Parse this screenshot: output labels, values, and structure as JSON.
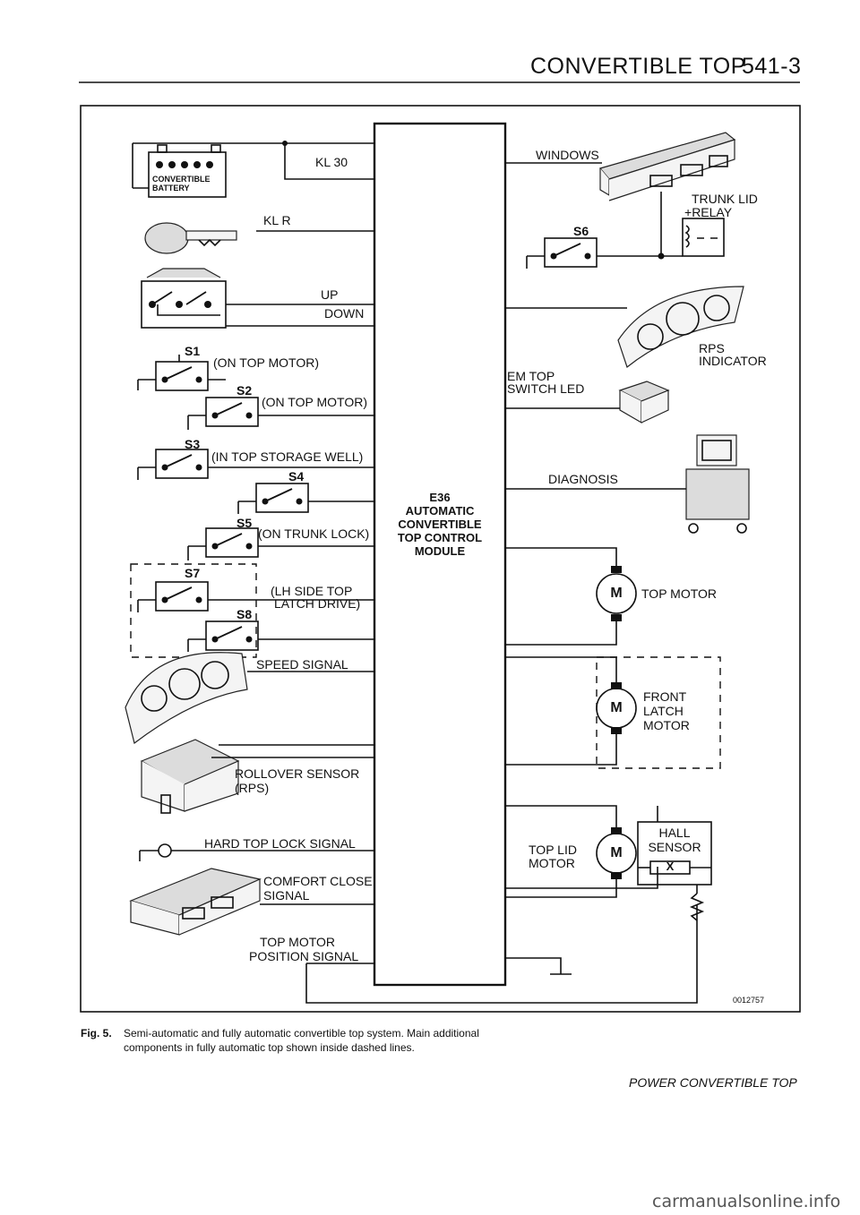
{
  "header": {
    "section": "CONVERTIBLE TOP",
    "page_number": "541-3"
  },
  "module": {
    "line1": "E36",
    "line2": "AUTOMATIC",
    "line3": "CONVERTIBLE",
    "line4": "TOP CONTROL",
    "line5": "MODULE"
  },
  "left_labels": {
    "battery": "CONVERTIBLE BATTERY",
    "kl30": "KL 30",
    "klr": "KL R",
    "up": "UP",
    "down": "DOWN",
    "s1": "S1",
    "s1_desc": "(ON TOP MOTOR)",
    "s2": "S2",
    "s2_desc": "(ON TOP MOTOR)",
    "s3": "S3",
    "s3_desc": "(IN TOP STORAGE WELL)",
    "s4": "S4",
    "s5": "S5",
    "s5_desc": "(ON TRUNK LOCK)",
    "s7": "S7",
    "s7_desc_1": "(LH SIDE TOP",
    "s7_desc_2": "LATCH DRIVE)",
    "s8": "S8",
    "speed": "SPEED SIGNAL",
    "rollover_1": "ROLLOVER SENSOR",
    "rollover_2": "(RPS)",
    "hardtop": "HARD TOP LOCK SIGNAL",
    "comfort_1": "COMFORT CLOSE",
    "comfort_2": "SIGNAL",
    "position_1": "TOP MOTOR",
    "position_2": "POSITION SIGNAL"
  },
  "right_labels": {
    "windows": "WINDOWS",
    "trunk_1": "TRUNK LID",
    "trunk_2": "RELAY",
    "s6": "S6",
    "rps_1": "RPS",
    "rps_2": "INDICATOR",
    "emtop_1": "EM TOP",
    "emtop_2": "SWITCH LED",
    "diagnosis": "DIAGNOSIS",
    "topmotor": "TOP MOTOR",
    "front_1": "FRONT",
    "front_2": "LATCH",
    "front_3": "MOTOR",
    "toplid_1": "TOP LID",
    "toplid_2": "MOTOR",
    "hall_1": "HALL",
    "hall_2": "SENSOR",
    "hall_x": "X",
    "motor_m": "M",
    "figure_id": "0012757"
  },
  "caption": {
    "fig": "Fig. 5.",
    "text": "Semi-automatic and fully automatic convertible top system. Main additional components in fully automatic top shown inside dashed lines."
  },
  "footer": {
    "title": "POWER CONVERTIBLE TOP"
  },
  "watermark": {
    "text": "carmanualsonline.info"
  }
}
